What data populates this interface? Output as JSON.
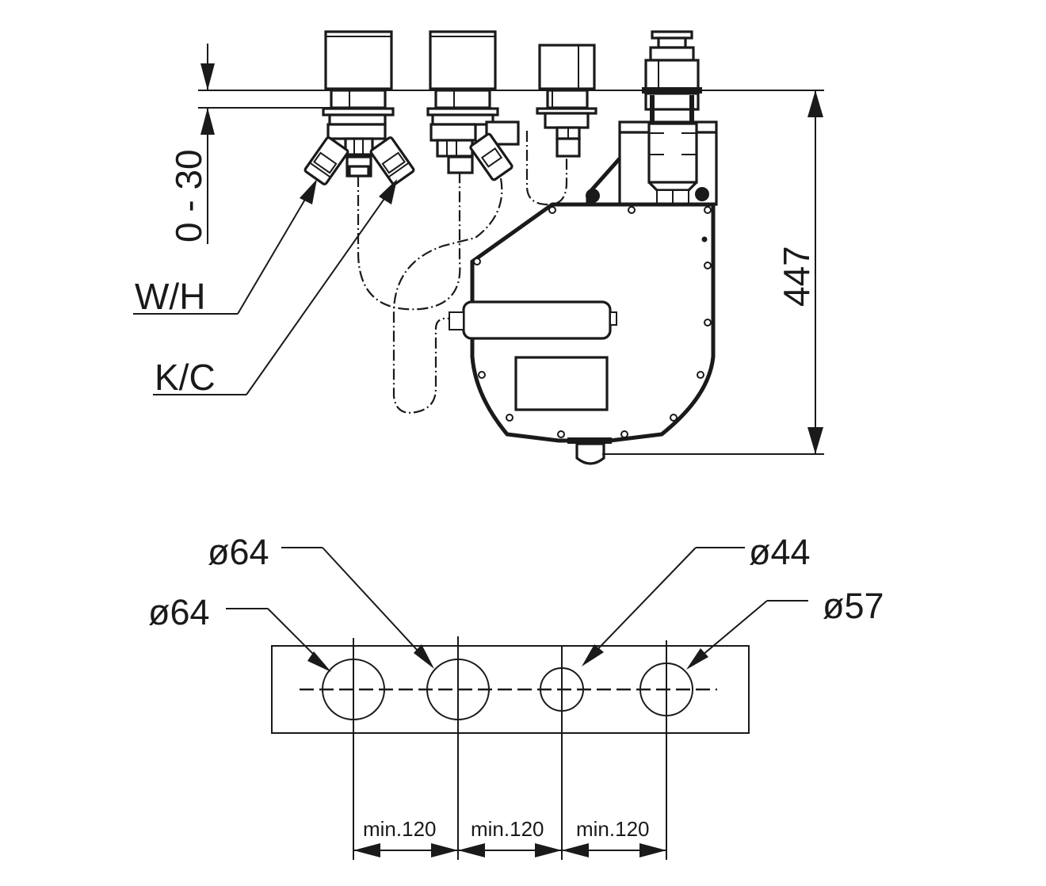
{
  "drawing": {
    "side_view": {
      "wall_depth_label": "0 - 30",
      "overall_height_label": "447",
      "callouts": {
        "warm_hot": "W/H",
        "cold": "K/C"
      }
    },
    "front_view": {
      "holes": [
        {
          "label": "ø64",
          "diameter": 64
        },
        {
          "label": "ø64",
          "diameter": 64
        },
        {
          "label": "ø44",
          "diameter": 44
        },
        {
          "label": "ø57",
          "diameter": 57
        }
      ],
      "spacings": [
        {
          "label": "min.120"
        },
        {
          "label": "min.120"
        },
        {
          "label": "min.120"
        }
      ]
    },
    "colors": {
      "line": "#1a1a1a",
      "background": "#ffffff"
    }
  }
}
